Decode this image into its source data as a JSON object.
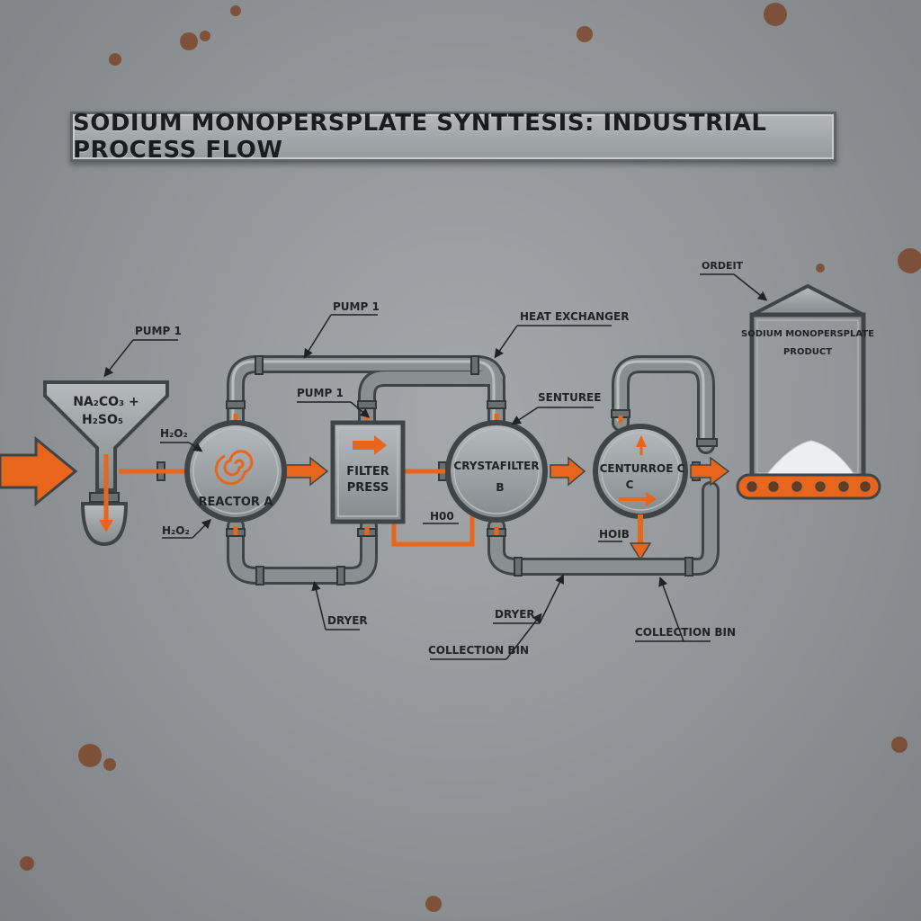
{
  "title": "SODIUM MONOPERSPLATE SYNTTESIS: INDUSTRIAL PROCESS FLOW",
  "labels": {
    "pump_1_left": "PUMP 1",
    "pump_1_top": "PUMP 1",
    "pump_1_filter": "PUMP 1",
    "heat_exchanger": "HEAT EXCHANGER",
    "senturee": "SENTUREE",
    "ordeit": "ORDEIT",
    "h2o2_top": "H₂O₂",
    "h2o2_bottom": "H₂O₂",
    "hoo": "H00",
    "hoib": "HOIB",
    "dryer_left": "DRYER",
    "dryer_right": "DRYER",
    "collection_bin_left": "COLLECTION BIN",
    "collection_bin_right": "COLLECTION BIN"
  },
  "hopper": {
    "line1": "NA₂CO₃ +",
    "line2": "H₂SO₅"
  },
  "reactor": {
    "label": "REACTOR A"
  },
  "filter_press": {
    "line1": "FILTER",
    "line2": "PRESS"
  },
  "crystallizer": {
    "line1": "CRYSTAFILTER",
    "line2": "B"
  },
  "centrifuge": {
    "line1": "CENTURROE C",
    "line2": "C"
  },
  "silo": {
    "line1": "SODIUM MONOPERSPLATE",
    "line2": "PRODUCT"
  },
  "colors": {
    "accent": "#e8651c",
    "pipe": "#7b8084",
    "pipe_dark": "#3f4447",
    "metal": "#9ea2a5",
    "rust": "#7a3e1c"
  }
}
